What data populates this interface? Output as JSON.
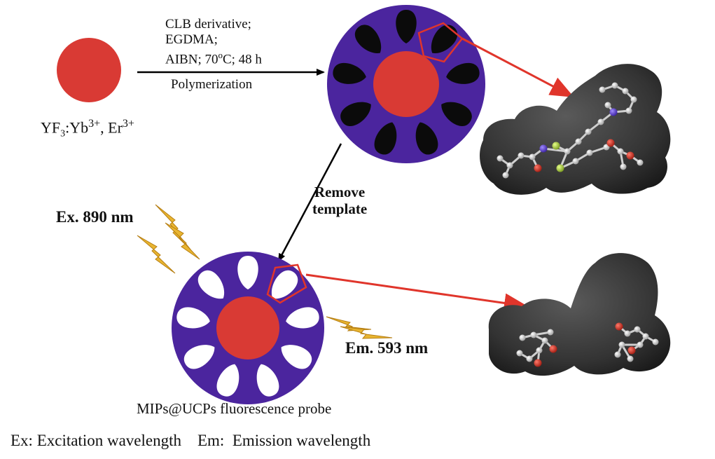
{
  "reagents": {
    "line1": "CLB derivative;",
    "line2": "EGDMA;",
    "line3_pre": "AIBN; 70",
    "line3_sup": "o",
    "line3_post": "C; 48 h",
    "process": "Polymerization"
  },
  "nanoparticle_label": {
    "base": "YF",
    "sub": "3",
    "mid1": ":Yb",
    "sup1": "3+",
    "mid2": ", Er",
    "sup2": "3+"
  },
  "remove_template": {
    "line1": "Remove",
    "line2": "template"
  },
  "excitation": "Ex. 890 nm",
  "emission": "Em. 593 nm",
  "probe_label": "MIPs@UCPs fluorescence probe",
  "legend": {
    "ex": "Ex: Excitation wavelength",
    "em": "Em:  Emission wavelength"
  },
  "colors": {
    "core": "#d93a34",
    "shell": "#4b259e",
    "cavity_filled": "#0b0b0b",
    "cavity_empty": "#ffffff",
    "arrow_red": "#e0352b",
    "arrow_black": "#000000",
    "lightning": "#e8b531",
    "molecule_surface": "#3c3c3c"
  }
}
